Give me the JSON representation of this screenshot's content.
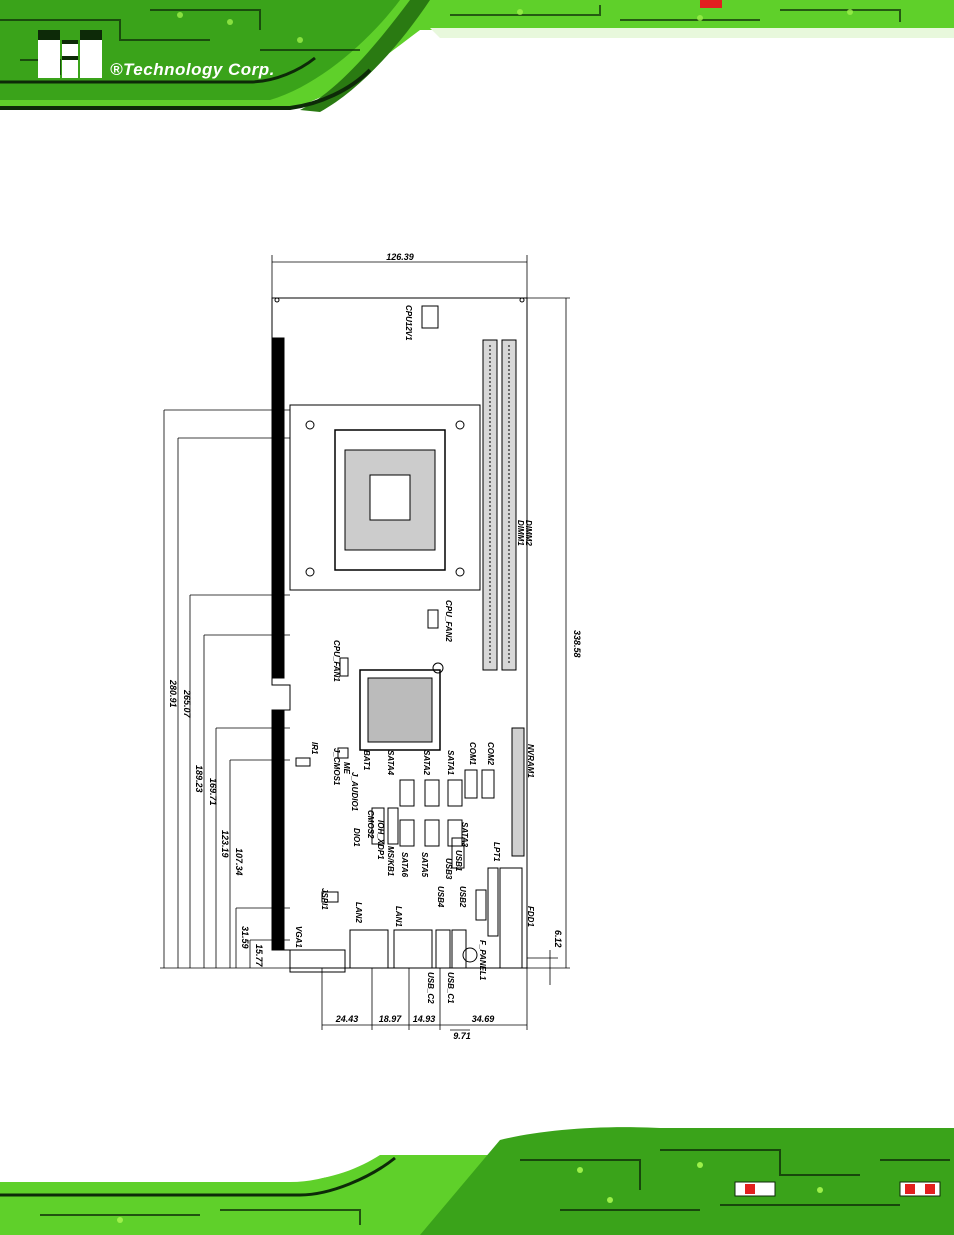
{
  "header": {
    "brand_mark": "iEi",
    "company": "®Technology Corp."
  },
  "drawing": {
    "dimensions": {
      "top_width": "126.39",
      "right_height": "338.58",
      "right_small": "6.12",
      "left": [
        "280.91",
        "265.07",
        "189.23",
        "169.71",
        "123.19",
        "107.34",
        "31.59",
        "15.77"
      ],
      "bottom": [
        "24.43",
        "18.97",
        "14.93",
        "34.69"
      ],
      "bottom_small": "9.71"
    },
    "labels": {
      "cpu12v1": "CPU12V1",
      "dimm1": "DIMM1",
      "dimm2": "DIMM2",
      "cpu_fan2": "CPU_FAN2",
      "cpu_fan1": "CPU_FAN1",
      "ir1": "IR1",
      "j_cmos1": "J_CMOS1",
      "me": "ME",
      "j_audio1": "J_AUDIO1",
      "bat1": "BAT1",
      "cmos2": "CMOS2",
      "dio1": "DIO1",
      "sata4": "SATA4",
      "sata2": "SATA2",
      "sata1": "SATA1",
      "com1": "COM1",
      "com2": "COM2",
      "nvram1": "NVRAM1",
      "idh_xdp1": "IOH_XDP1",
      "ms_kb1": "MS/KB1",
      "sata6": "SATA6",
      "sata5": "SATA5",
      "sata3": "SATA3",
      "usb1": "USB1",
      "usb3": "USB3",
      "usb2": "USB2",
      "usb4": "USB4",
      "lpt1": "LPT1",
      "fdd1": "FDD1",
      "jspi1": "JSPI1",
      "lan2": "LAN2",
      "lan1": "LAN1",
      "vga1": "VGA1",
      "usb_c2": "USB_C2",
      "usb_c1": "USB_C1",
      "f_panel1": "F_PANEL1"
    }
  },
  "colors": {
    "green": "#5fd02a",
    "dark": "#0d2a08",
    "trace": "#9cf04a",
    "red": "#e22020"
  }
}
